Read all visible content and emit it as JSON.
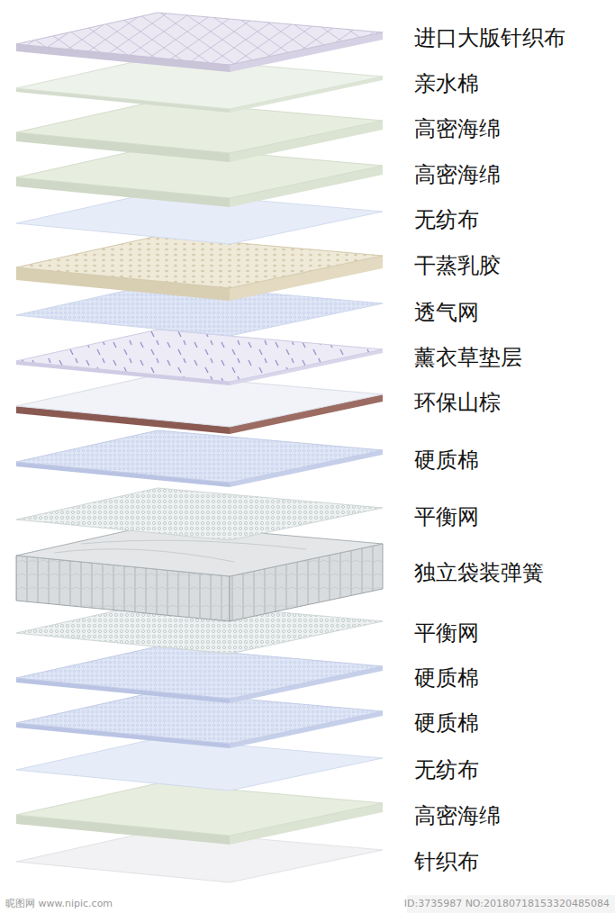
{
  "diagram": {
    "labels": [
      "进口大版针织布",
      "亲水棉",
      "高密海绵",
      "高密海绵",
      "无纺布",
      "干蒸乳胶",
      "透气网",
      "薰衣草垫层",
      "环保山棕",
      "硬质棉",
      "平衡网",
      "独立袋装弹簧",
      "平衡网",
      "硬质棉",
      "硬质棉",
      "无纺布",
      "高密海绵",
      "针织布",
      "昵图网 www.nipic.com",
      "ID:3735987 NO:20180718153320485084"
    ]
  }
}
